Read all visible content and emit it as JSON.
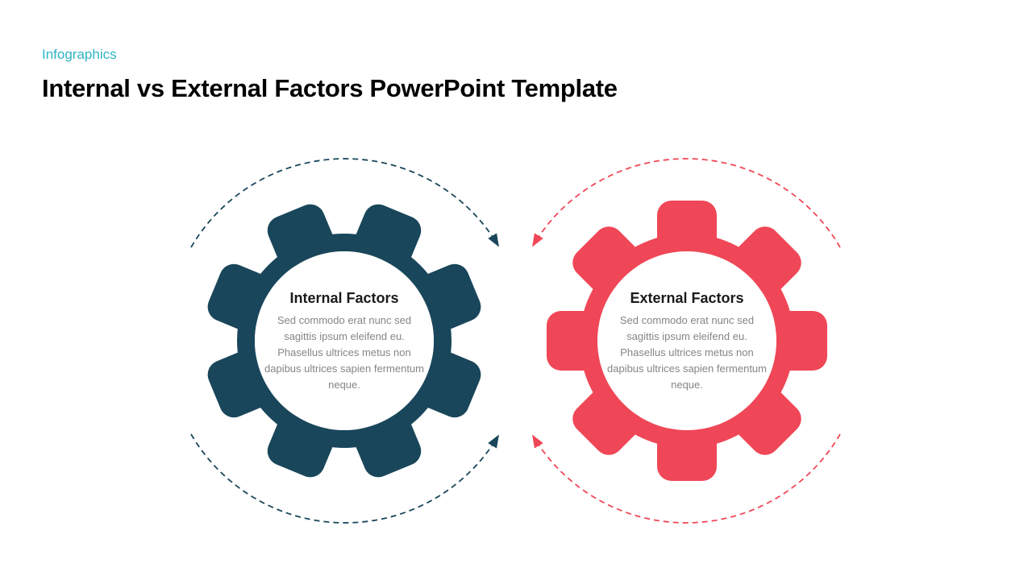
{
  "slide": {
    "eyebrow": "Infographics",
    "title": "Internal vs External Factors PowerPoint Template",
    "background": "#FFFFFF"
  },
  "colors": {
    "eyebrow_teal": "#2FB4C5",
    "title_black": "#000000",
    "heading_dark": "#1A1A1A",
    "body_gray": "#85858B",
    "internal_navy": "#19465A",
    "external_red": "#EF4757"
  },
  "gears": [
    {
      "id": "internal-factors",
      "heading": "Internal Factors",
      "body": "Sed commodo erat nunc sed sagittis ipsum eleifend eu. Phasellus ultrices metus non dapibus ultrices sapien fermentum neque.",
      "color": "#19465A"
    },
    {
      "id": "external-factors",
      "heading": "External Factors",
      "body": "Sed commodo erat nunc sed sagittis ipsum eleifend eu. Phasellus ultrices metus non dapibus ultrices sapien fermentum neque.",
      "color": "#EF4757"
    }
  ]
}
